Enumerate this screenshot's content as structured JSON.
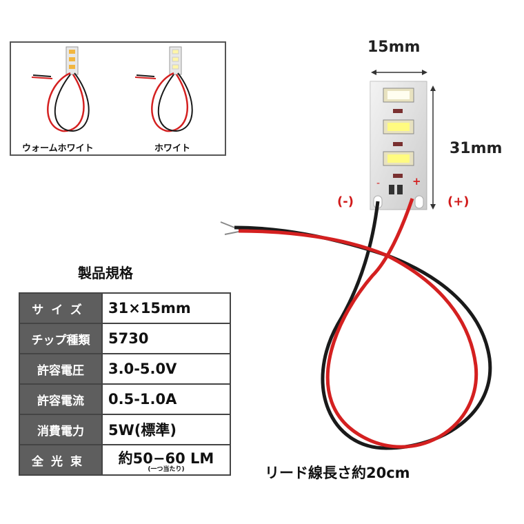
{
  "variants": [
    {
      "label": "ウォームホワイト"
    },
    {
      "label": "ホワイト"
    }
  ],
  "dimensions": {
    "width": "15mm",
    "height": "31mm"
  },
  "polarity": {
    "negative": "(-)",
    "positive": "(+)",
    "pcb_minus": "-",
    "pcb_plus": "+"
  },
  "lead_length": "リード線長さ約20cm",
  "specs": {
    "title": "製品規格",
    "rows": [
      {
        "key": "サイズ",
        "value": "31×15mm"
      },
      {
        "key": "チップ種類",
        "value": "5730"
      },
      {
        "key": "許容電圧",
        "value": "3.0-5.0V"
      },
      {
        "key": "許容電流",
        "value": "0.5-1.0A"
      },
      {
        "key": "消費電力",
        "value": "5W(標準)"
      },
      {
        "key": "全光束",
        "value": "約50−60 LM",
        "note": "(一つ当たり)"
      }
    ]
  },
  "colors": {
    "header_bg": "#5e5e5e",
    "wire_red": "#d42020",
    "wire_black": "#1a1a1a",
    "warm_led": "#f2b640",
    "white_led": "#fff6a8"
  }
}
